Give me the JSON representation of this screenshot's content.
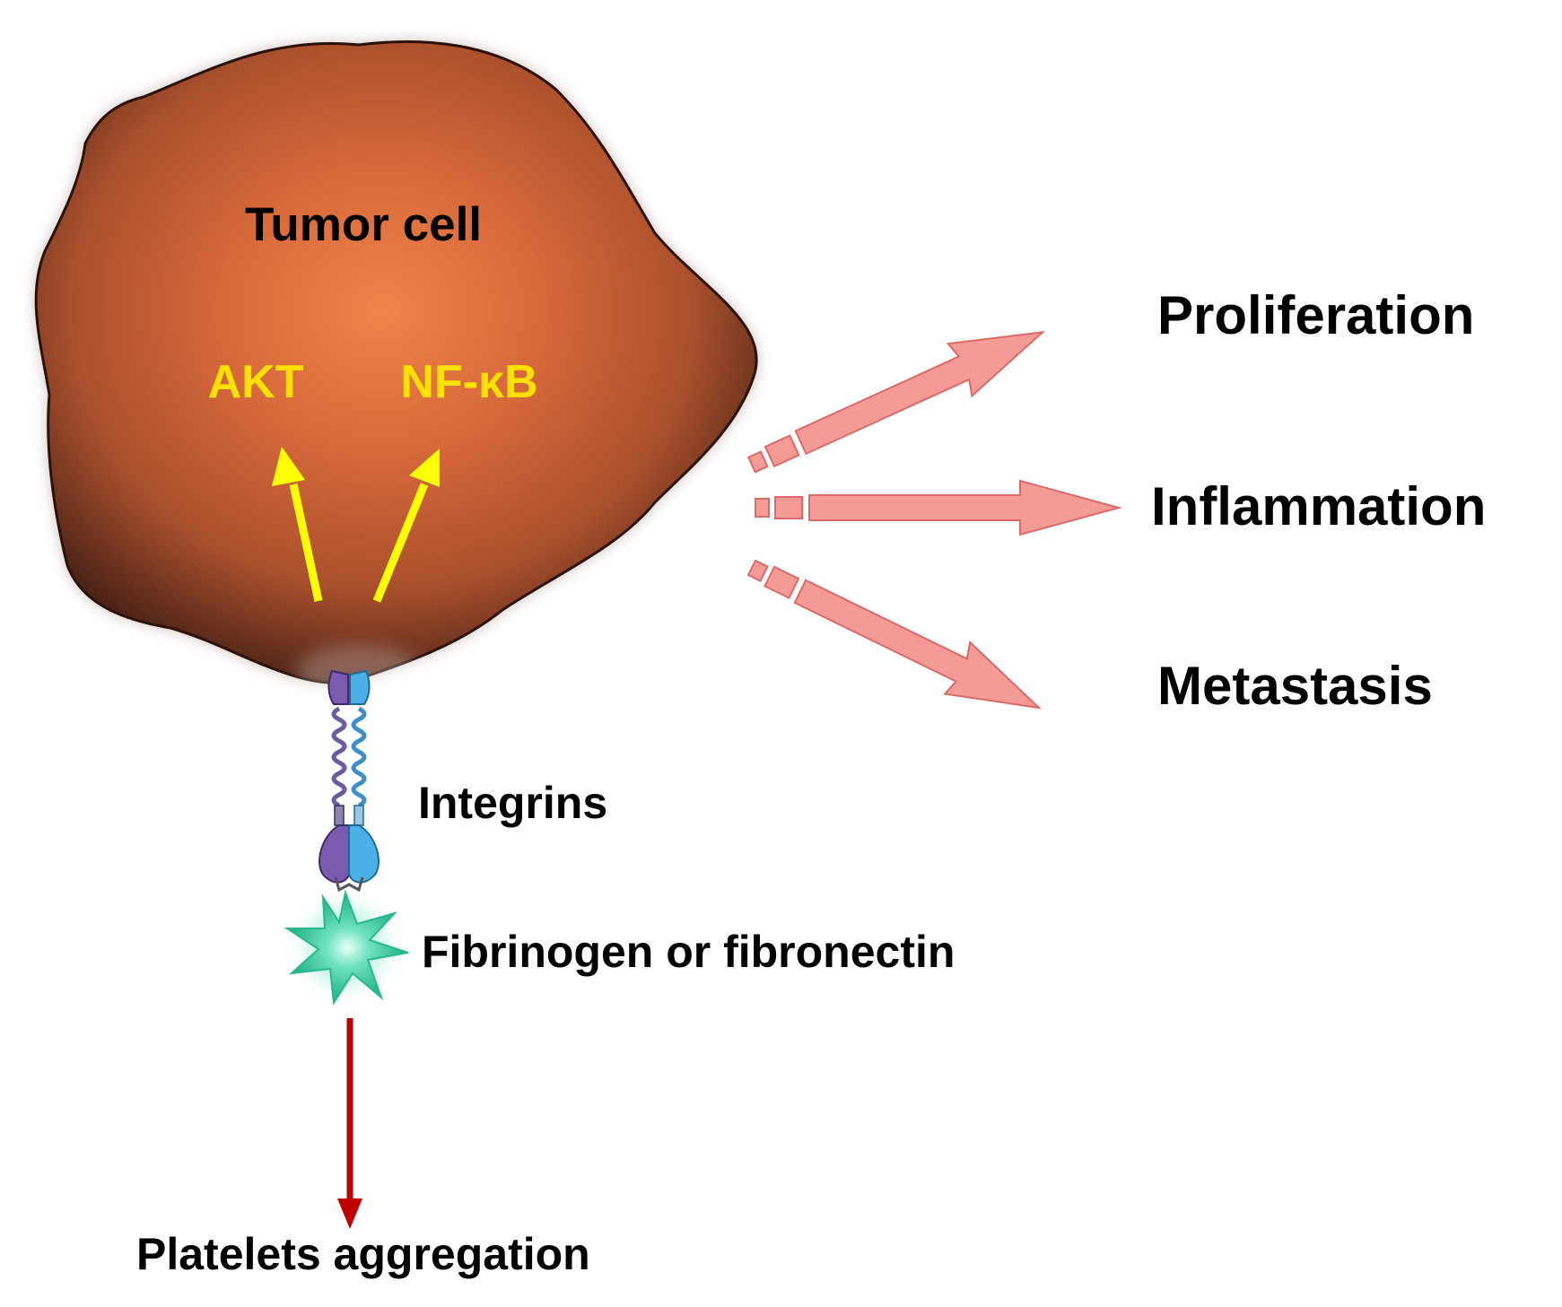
{
  "labels": {
    "tumor_cell": "Tumor cell",
    "akt": "AKT",
    "nfkb": "NF-κB",
    "proliferation": "Proliferation",
    "inflammation": "Inflammation",
    "metastasis": "Metastasis",
    "integrins": "Integrins",
    "fibrinogen": "Fibrinogen or fibronectin",
    "platelets": "Platelets aggregation"
  },
  "colors": {
    "cell_light": "#f0844a",
    "cell_mid": "#c0582b",
    "cell_dark": "#3a1a12",
    "signal_arrow": "#ffff00",
    "signal_text": "#ffe100",
    "outcome_arrow_fill": "#f49b98",
    "outcome_arrow_stroke": "#d96a68",
    "platelet_arrow": "#c00000",
    "fibrinogen": "#3fd4a8",
    "integrin_purple": "#7a5bb0",
    "integrin_blue": "#4ab0e6"
  },
  "icons": [
    "tumor-cell-icon",
    "integrin-receptor-icon",
    "fibrinogen-star-icon"
  ]
}
